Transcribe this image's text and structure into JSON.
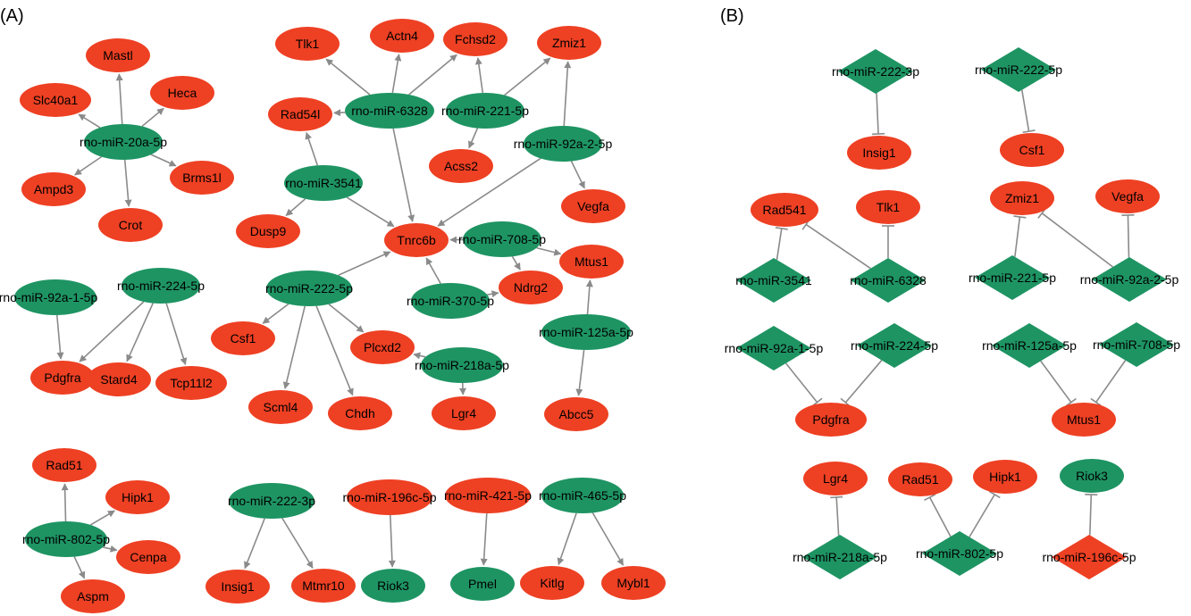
{
  "colors": {
    "target": "#ee4023",
    "mirna": "#1e9463",
    "edge": "#8a8a8a",
    "text": "#000000"
  },
  "panels": [
    {
      "id": "A",
      "label": "(A)"
    },
    {
      "id": "B",
      "label": "(B)"
    }
  ],
  "nodes": [
    {
      "id": "A_Mastl",
      "label": "Mastl",
      "shape": "ellipse",
      "kind": "target",
      "panel": "A"
    },
    {
      "id": "A_Heca",
      "label": "Heca",
      "shape": "ellipse",
      "kind": "target",
      "panel": "A"
    },
    {
      "id": "A_Slc40a1",
      "label": "Slc40a1",
      "shape": "ellipse",
      "kind": "target",
      "panel": "A"
    },
    {
      "id": "A_miR20a",
      "label": "rno-miR-20a-5p",
      "shape": "ellipse",
      "kind": "mirna",
      "panel": "A"
    },
    {
      "id": "A_Brms1l",
      "label": "Brms1l",
      "shape": "ellipse",
      "kind": "target",
      "panel": "A"
    },
    {
      "id": "A_Ampd3",
      "label": "Ampd3",
      "shape": "ellipse",
      "kind": "target",
      "panel": "A"
    },
    {
      "id": "A_Crot",
      "label": "Crot",
      "shape": "ellipse",
      "kind": "target",
      "panel": "A"
    },
    {
      "id": "A_Tlk1",
      "label": "Tlk1",
      "shape": "ellipse",
      "kind": "target",
      "panel": "A"
    },
    {
      "id": "A_Actn4",
      "label": "Actn4",
      "shape": "ellipse",
      "kind": "target",
      "panel": "A"
    },
    {
      "id": "A_Fchsd2",
      "label": "Fchsd2",
      "shape": "ellipse",
      "kind": "target",
      "panel": "A"
    },
    {
      "id": "A_Zmiz1",
      "label": "Zmiz1",
      "shape": "ellipse",
      "kind": "target",
      "panel": "A"
    },
    {
      "id": "A_Rad54l",
      "label": "Rad54l",
      "shape": "ellipse",
      "kind": "target",
      "panel": "A"
    },
    {
      "id": "A_miR6328",
      "label": "rno-miR-6328",
      "shape": "ellipse",
      "kind": "mirna",
      "panel": "A"
    },
    {
      "id": "A_miR221",
      "label": "rno-miR-221-5p",
      "shape": "ellipse",
      "kind": "mirna",
      "panel": "A"
    },
    {
      "id": "A_miR92a2",
      "label": "rno-miR-92a-2-5p",
      "shape": "ellipse",
      "kind": "mirna",
      "panel": "A"
    },
    {
      "id": "A_Acss2",
      "label": "Acss2",
      "shape": "ellipse",
      "kind": "target",
      "panel": "A"
    },
    {
      "id": "A_miR3541",
      "label": "rno-miR-3541",
      "shape": "ellipse",
      "kind": "mirna",
      "panel": "A"
    },
    {
      "id": "A_Vegfa",
      "label": "Vegfa",
      "shape": "ellipse",
      "kind": "target",
      "panel": "A"
    },
    {
      "id": "A_Dusp9",
      "label": "Dusp9",
      "shape": "ellipse",
      "kind": "target",
      "panel": "A"
    },
    {
      "id": "A_Tnrc6b",
      "label": "Tnrc6b",
      "shape": "ellipse",
      "kind": "target",
      "panel": "A"
    },
    {
      "id": "A_miR708",
      "label": "rno-miR-708-5p",
      "shape": "ellipse",
      "kind": "mirna",
      "panel": "A"
    },
    {
      "id": "A_Mtus1",
      "label": "Mtus1",
      "shape": "ellipse",
      "kind": "target",
      "panel": "A"
    },
    {
      "id": "A_Ndrg2",
      "label": "Ndrg2",
      "shape": "ellipse",
      "kind": "target",
      "panel": "A"
    },
    {
      "id": "A_miR370",
      "label": "rno-miR-370-5p",
      "shape": "ellipse",
      "kind": "mirna",
      "panel": "A"
    },
    {
      "id": "A_miR222_5p",
      "label": "rno-miR-222-5p",
      "shape": "ellipse",
      "kind": "mirna",
      "panel": "A"
    },
    {
      "id": "A_miR125a",
      "label": "rno-miR-125a-5p",
      "shape": "ellipse",
      "kind": "mirna",
      "panel": "A"
    },
    {
      "id": "A_Csf1",
      "label": "Csf1",
      "shape": "ellipse",
      "kind": "target",
      "panel": "A"
    },
    {
      "id": "A_Plcxd2",
      "label": "Plcxd2",
      "shape": "ellipse",
      "kind": "target",
      "panel": "A"
    },
    {
      "id": "A_miR218a",
      "label": "rno-miR-218a-5p",
      "shape": "ellipse",
      "kind": "mirna",
      "panel": "A"
    },
    {
      "id": "A_Scml4",
      "label": "Scml4",
      "shape": "ellipse",
      "kind": "target",
      "panel": "A"
    },
    {
      "id": "A_Chdh",
      "label": "Chdh",
      "shape": "ellipse",
      "kind": "target",
      "panel": "A"
    },
    {
      "id": "A_Lgr4",
      "label": "Lgr4",
      "shape": "ellipse",
      "kind": "target",
      "panel": "A"
    },
    {
      "id": "A_Abcc5",
      "label": "Abcc5",
      "shape": "ellipse",
      "kind": "target",
      "panel": "A"
    },
    {
      "id": "A_miR92a1",
      "label": "rno-miR-92a-1-5p",
      "shape": "ellipse",
      "kind": "mirna",
      "panel": "A"
    },
    {
      "id": "A_miR224",
      "label": "rno-miR-224-5p",
      "shape": "ellipse",
      "kind": "mirna",
      "panel": "A"
    },
    {
      "id": "A_Pdgfra",
      "label": "Pdgfra",
      "shape": "ellipse",
      "kind": "target",
      "panel": "A"
    },
    {
      "id": "A_Stard4",
      "label": "Stard4",
      "shape": "ellipse",
      "kind": "target",
      "panel": "A"
    },
    {
      "id": "A_Tcp11l2",
      "label": "Tcp11l2",
      "shape": "ellipse",
      "kind": "target",
      "panel": "A"
    },
    {
      "id": "A_Rad51",
      "label": "Rad51",
      "shape": "ellipse",
      "kind": "target",
      "panel": "A"
    },
    {
      "id": "A_Hipk1",
      "label": "Hipk1",
      "shape": "ellipse",
      "kind": "target",
      "panel": "A"
    },
    {
      "id": "A_miR802",
      "label": "rno-miR-802-5p",
      "shape": "ellipse",
      "kind": "mirna",
      "panel": "A"
    },
    {
      "id": "A_Cenpa",
      "label": "Cenpa",
      "shape": "ellipse",
      "kind": "target",
      "panel": "A"
    },
    {
      "id": "A_Aspm",
      "label": "Aspm",
      "shape": "ellipse",
      "kind": "target",
      "panel": "A"
    },
    {
      "id": "A_miR222_3p",
      "label": "rno-miR-222-3p",
      "shape": "ellipse",
      "kind": "mirna",
      "panel": "A"
    },
    {
      "id": "A_Insig1",
      "label": "Insig1",
      "shape": "ellipse",
      "kind": "target",
      "panel": "A"
    },
    {
      "id": "A_Mtmr10",
      "label": "Mtmr10",
      "shape": "ellipse",
      "kind": "target",
      "panel": "A"
    },
    {
      "id": "A_miR196c",
      "label": "rno-miR-196c-5p",
      "shape": "ellipse",
      "kind": "target",
      "panel": "A"
    },
    {
      "id": "A_Riok3",
      "label": "Riok3",
      "shape": "ellipse",
      "kind": "mirna",
      "panel": "A"
    },
    {
      "id": "A_miR421",
      "label": "rno-miR-421-5p",
      "shape": "ellipse",
      "kind": "target",
      "panel": "A"
    },
    {
      "id": "A_Pmel",
      "label": "Pmel",
      "shape": "ellipse",
      "kind": "mirna",
      "panel": "A"
    },
    {
      "id": "A_miR465",
      "label": "rno-miR-465-5p",
      "shape": "ellipse",
      "kind": "mirna",
      "panel": "A"
    },
    {
      "id": "A_Kitlg",
      "label": "Kitlg",
      "shape": "ellipse",
      "kind": "target",
      "panel": "A"
    },
    {
      "id": "A_Mybl1",
      "label": "Mybl1",
      "shape": "ellipse",
      "kind": "target",
      "panel": "A"
    },
    {
      "id": "B_miR222_3p",
      "label": "rno-miR-222-3p",
      "shape": "diamond",
      "kind": "mirna",
      "panel": "B"
    },
    {
      "id": "B_Insig1",
      "label": "Insig1",
      "shape": "ellipse",
      "kind": "target",
      "panel": "B"
    },
    {
      "id": "B_miR222_5p",
      "label": "rno-miR-222-5p",
      "shape": "diamond",
      "kind": "mirna",
      "panel": "B"
    },
    {
      "id": "B_Csf1",
      "label": "Csf1",
      "shape": "ellipse",
      "kind": "target",
      "panel": "B"
    },
    {
      "id": "B_Rad541",
      "label": "Rad541",
      "shape": "ellipse",
      "kind": "target",
      "panel": "B"
    },
    {
      "id": "B_Tlk1",
      "label": "Tlk1",
      "shape": "ellipse",
      "kind": "target",
      "panel": "B"
    },
    {
      "id": "B_miR3541",
      "label": "rno-miR-3541",
      "shape": "diamond",
      "kind": "mirna",
      "panel": "B"
    },
    {
      "id": "B_miR6328",
      "label": "rno-miR-6328",
      "shape": "diamond",
      "kind": "mirna",
      "panel": "B"
    },
    {
      "id": "B_Zmiz1",
      "label": "Zmiz1",
      "shape": "ellipse",
      "kind": "target",
      "panel": "B"
    },
    {
      "id": "B_Vegfa",
      "label": "Vegfa",
      "shape": "ellipse",
      "kind": "target",
      "panel": "B"
    },
    {
      "id": "B_miR221",
      "label": "rno-miR-221-5p",
      "shape": "diamond",
      "kind": "mirna",
      "panel": "B"
    },
    {
      "id": "B_miR92a2",
      "label": "rno-miR-92a-2-5p",
      "shape": "diamond",
      "kind": "mirna",
      "panel": "B"
    },
    {
      "id": "B_miR92a1",
      "label": "rno-miR-92a-1-5p",
      "shape": "diamond",
      "kind": "mirna",
      "panel": "B"
    },
    {
      "id": "B_miR224",
      "label": "rno-miR-224-5p",
      "shape": "diamond",
      "kind": "mirna",
      "panel": "B"
    },
    {
      "id": "B_Pdgfra",
      "label": "Pdgfra",
      "shape": "ellipse",
      "kind": "target",
      "panel": "B"
    },
    {
      "id": "B_miR125a",
      "label": "rno-miR-125a-5p",
      "shape": "diamond",
      "kind": "mirna",
      "panel": "B"
    },
    {
      "id": "B_miR708",
      "label": "rno-miR-708-5p",
      "shape": "diamond",
      "kind": "mirna",
      "panel": "B"
    },
    {
      "id": "B_Mtus1",
      "label": "Mtus1",
      "shape": "ellipse",
      "kind": "target",
      "panel": "B"
    },
    {
      "id": "B_Lgr4",
      "label": "Lgr4",
      "shape": "ellipse",
      "kind": "target",
      "panel": "B"
    },
    {
      "id": "B_Rad51",
      "label": "Rad51",
      "shape": "ellipse",
      "kind": "target",
      "panel": "B"
    },
    {
      "id": "B_Hipk1",
      "label": "Hipk1",
      "shape": "ellipse",
      "kind": "target",
      "panel": "B"
    },
    {
      "id": "B_Riok3",
      "label": "Riok3",
      "shape": "ellipse",
      "kind": "mirna",
      "panel": "B"
    },
    {
      "id": "B_miR218a",
      "label": "rno-miR-218a-5p",
      "shape": "diamond",
      "kind": "mirna",
      "panel": "B"
    },
    {
      "id": "B_miR802",
      "label": "rno-miR-802-5p",
      "shape": "diamond",
      "kind": "mirna",
      "panel": "B"
    },
    {
      "id": "B_miR196c",
      "label": "rno-miR-196c-5p",
      "shape": "diamond",
      "kind": "target",
      "panel": "B"
    }
  ],
  "edges": [
    {
      "from": "A_miR20a",
      "to": "A_Mastl",
      "type": "arrow"
    },
    {
      "from": "A_miR20a",
      "to": "A_Heca",
      "type": "arrow"
    },
    {
      "from": "A_miR20a",
      "to": "A_Slc40a1",
      "type": "arrow"
    },
    {
      "from": "A_miR20a",
      "to": "A_Brms1l",
      "type": "arrow"
    },
    {
      "from": "A_miR20a",
      "to": "A_Ampd3",
      "type": "arrow"
    },
    {
      "from": "A_miR20a",
      "to": "A_Crot",
      "type": "arrow"
    },
    {
      "from": "A_miR6328",
      "to": "A_Tlk1",
      "type": "arrow"
    },
    {
      "from": "A_miR6328",
      "to": "A_Actn4",
      "type": "arrow"
    },
    {
      "from": "A_miR6328",
      "to": "A_Fchsd2",
      "type": "arrow"
    },
    {
      "from": "A_miR6328",
      "to": "A_Rad54l",
      "type": "arrow"
    },
    {
      "from": "A_miR6328",
      "to": "A_Tnrc6b",
      "type": "arrow"
    },
    {
      "from": "A_miR221",
      "to": "A_Fchsd2",
      "type": "arrow"
    },
    {
      "from": "A_miR221",
      "to": "A_Zmiz1",
      "type": "arrow"
    },
    {
      "from": "A_miR221",
      "to": "A_Acss2",
      "type": "arrow"
    },
    {
      "from": "A_miR92a2",
      "to": "A_Zmiz1",
      "type": "arrow"
    },
    {
      "from": "A_miR92a2",
      "to": "A_Vegfa",
      "type": "arrow"
    },
    {
      "from": "A_miR92a2",
      "to": "A_Tnrc6b",
      "type": "arrow"
    },
    {
      "from": "A_miR3541",
      "to": "A_Rad54l",
      "type": "arrow"
    },
    {
      "from": "A_miR3541",
      "to": "A_Dusp9",
      "type": "arrow"
    },
    {
      "from": "A_miR3541",
      "to": "A_Tnrc6b",
      "type": "arrow"
    },
    {
      "from": "A_miR708",
      "to": "A_Tnrc6b",
      "type": "arrow"
    },
    {
      "from": "A_miR708",
      "to": "A_Mtus1",
      "type": "arrow"
    },
    {
      "from": "A_miR708",
      "to": "A_Ndrg2",
      "type": "arrow"
    },
    {
      "from": "A_miR370",
      "to": "A_Tnrc6b",
      "type": "arrow"
    },
    {
      "from": "A_miR370",
      "to": "A_Ndrg2",
      "type": "arrow"
    },
    {
      "from": "A_miR222_5p",
      "to": "A_Tnrc6b",
      "type": "arrow"
    },
    {
      "from": "A_miR222_5p",
      "to": "A_Csf1",
      "type": "arrow"
    },
    {
      "from": "A_miR222_5p",
      "to": "A_Plcxd2",
      "type": "arrow"
    },
    {
      "from": "A_miR222_5p",
      "to": "A_Scml4",
      "type": "arrow"
    },
    {
      "from": "A_miR222_5p",
      "to": "A_Chdh",
      "type": "arrow"
    },
    {
      "from": "A_miR125a",
      "to": "A_Mtus1",
      "type": "arrow"
    },
    {
      "from": "A_miR125a",
      "to": "A_Abcc5",
      "type": "arrow"
    },
    {
      "from": "A_miR218a",
      "to": "A_Plcxd2",
      "type": "arrow"
    },
    {
      "from": "A_miR218a",
      "to": "A_Lgr4",
      "type": "arrow"
    },
    {
      "from": "A_miR92a1",
      "to": "A_Pdgfra",
      "type": "arrow"
    },
    {
      "from": "A_miR224",
      "to": "A_Pdgfra",
      "type": "arrow"
    },
    {
      "from": "A_miR224",
      "to": "A_Stard4",
      "type": "arrow"
    },
    {
      "from": "A_miR224",
      "to": "A_Tcp11l2",
      "type": "arrow"
    },
    {
      "from": "A_miR802",
      "to": "A_Rad51",
      "type": "arrow"
    },
    {
      "from": "A_miR802",
      "to": "A_Hipk1",
      "type": "arrow"
    },
    {
      "from": "A_miR802",
      "to": "A_Cenpa",
      "type": "arrow"
    },
    {
      "from": "A_miR802",
      "to": "A_Aspm",
      "type": "arrow"
    },
    {
      "from": "A_miR222_3p",
      "to": "A_Insig1",
      "type": "arrow"
    },
    {
      "from": "A_miR222_3p",
      "to": "A_Mtmr10",
      "type": "arrow"
    },
    {
      "from": "A_miR196c",
      "to": "A_Riok3",
      "type": "arrow"
    },
    {
      "from": "A_miR421",
      "to": "A_Pmel",
      "type": "arrow"
    },
    {
      "from": "A_miR465",
      "to": "A_Kitlg",
      "type": "arrow"
    },
    {
      "from": "A_miR465",
      "to": "A_Mybl1",
      "type": "arrow"
    },
    {
      "from": "B_miR222_3p",
      "to": "B_Insig1",
      "type": "inhibit"
    },
    {
      "from": "B_miR222_5p",
      "to": "B_Csf1",
      "type": "inhibit"
    },
    {
      "from": "B_miR3541",
      "to": "B_Rad541",
      "type": "inhibit"
    },
    {
      "from": "B_miR6328",
      "to": "B_Rad541",
      "type": "inhibit"
    },
    {
      "from": "B_miR6328",
      "to": "B_Tlk1",
      "type": "inhibit"
    },
    {
      "from": "B_miR221",
      "to": "B_Zmiz1",
      "type": "inhibit"
    },
    {
      "from": "B_miR92a2",
      "to": "B_Zmiz1",
      "type": "inhibit"
    },
    {
      "from": "B_miR92a2",
      "to": "B_Vegfa",
      "type": "inhibit"
    },
    {
      "from": "B_miR92a1",
      "to": "B_Pdgfra",
      "type": "inhibit"
    },
    {
      "from": "B_miR224",
      "to": "B_Pdgfra",
      "type": "inhibit"
    },
    {
      "from": "B_miR125a",
      "to": "B_Mtus1",
      "type": "inhibit"
    },
    {
      "from": "B_miR708",
      "to": "B_Mtus1",
      "type": "inhibit"
    },
    {
      "from": "B_miR218a",
      "to": "B_Lgr4",
      "type": "inhibit"
    },
    {
      "from": "B_miR802",
      "to": "B_Rad51",
      "type": "inhibit"
    },
    {
      "from": "B_miR802",
      "to": "B_Hipk1",
      "type": "inhibit"
    },
    {
      "from": "B_miR196c",
      "to": "B_Riok3",
      "type": "inhibit"
    }
  ]
}
